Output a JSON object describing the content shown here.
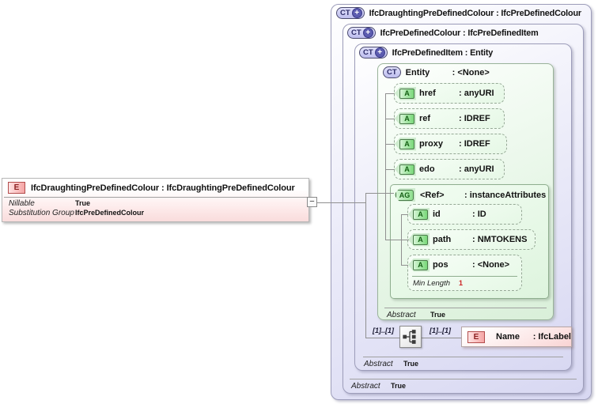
{
  "badges": {
    "ct": "CT",
    "plus": "+",
    "a": "A",
    "ag": "AG",
    "e": "E",
    "collapse": "−"
  },
  "element_box": {
    "title": "IfcDraughtingPreDefinedColour : IfcDraughtingPreDefinedColour",
    "rows": [
      {
        "label": "Nillable",
        "value": "True"
      },
      {
        "label": "Substitution Group",
        "value": "IfcPreDefinedColour"
      }
    ]
  },
  "levels": [
    {
      "title": "IfcDraughtingPreDefinedColour : IfcPreDefinedColour"
    },
    {
      "title": "IfcPreDefinedColour : IfcPreDefinedItem",
      "abstract": {
        "label": "Abstract",
        "value": "True"
      }
    },
    {
      "title": "IfcPreDefinedItem : Entity",
      "abstract": {
        "label": "Abstract",
        "value": "True"
      }
    }
  ],
  "entity": {
    "name": "Entity",
    "type": ": <None>",
    "attributes": [
      {
        "name": "href",
        "type": ": anyURI"
      },
      {
        "name": "ref",
        "type": ": IDREF"
      },
      {
        "name": "proxy",
        "type": ": IDREF"
      },
      {
        "name": "edo",
        "type": ": anyURI"
      }
    ],
    "group": {
      "name": "<Ref>",
      "type": ": instanceAttributes",
      "attributes": [
        {
          "name": "id",
          "type": ": ID"
        },
        {
          "name": "path",
          "type": ": NMTOKENS"
        },
        {
          "name": "pos",
          "type": ": <None>",
          "facet": {
            "label": "Min Length",
            "value": "1"
          }
        }
      ]
    },
    "abstract": {
      "label": "Abstract",
      "value": "True"
    }
  },
  "sequence": {
    "left_cardinality": "[1]..[1]",
    "right_cardinality": "[1]..[1]"
  },
  "name_element": {
    "name": "Name",
    "type": ": IfcLabel"
  },
  "colors": {
    "lavender": "#d8d8f2",
    "green": "#e6f8e6",
    "pink": "#fcdcdc",
    "facet_red": "#cc2222",
    "line": "#909090"
  }
}
